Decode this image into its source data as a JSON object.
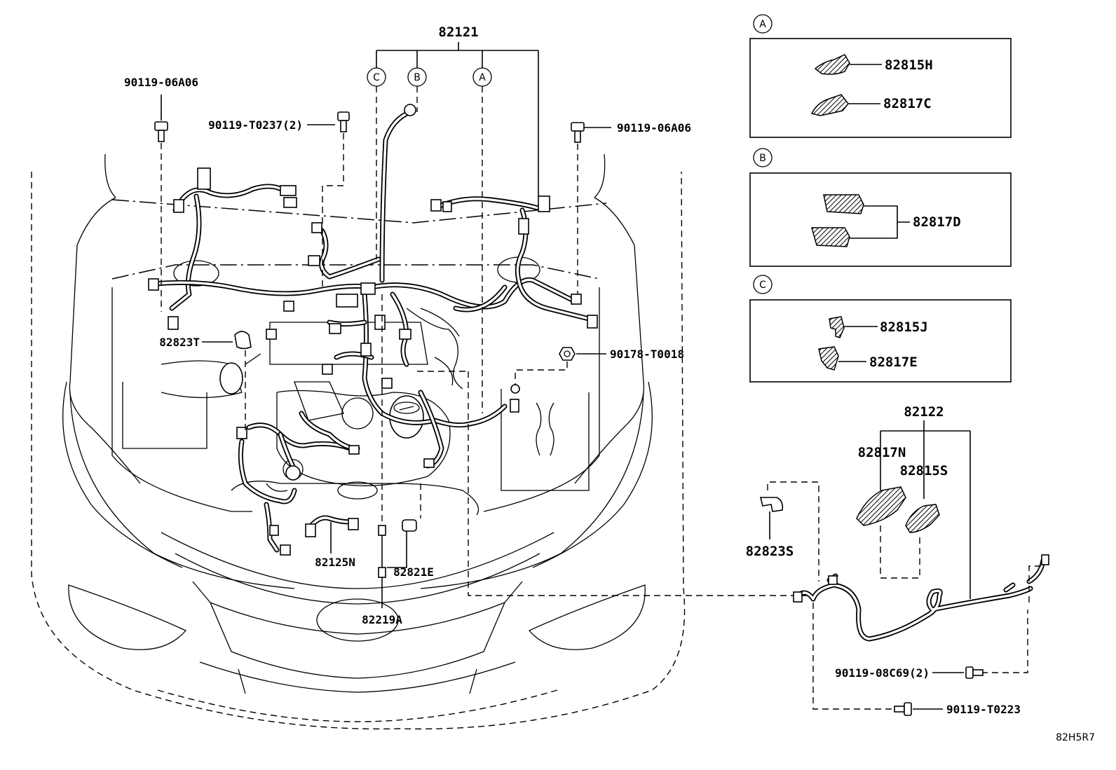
{
  "diagram": {
    "ref_code": "82H5R7",
    "main_assembly": "82121",
    "sub_assembly": "82122",
    "callout_letters": [
      "A",
      "B",
      "C"
    ],
    "labels": {
      "bolt_left": "90119-06A06",
      "bolt_mid": "90119-T0237(2)",
      "bolt_right": "90119-06A06",
      "clamp_left": "82823T",
      "nut_right": "90178-T0018",
      "wire_82125N": "82125N",
      "wire_82821E": "82821E",
      "wire_82219A": "82219A",
      "clamp_82823S": "82823S",
      "cover_82817N": "82817N",
      "cover_82815S": "82815S",
      "bolt_82122_a": "90119-08C69(2)",
      "bolt_82122_b": "90119-T0223"
    },
    "inset_a": {
      "letter": "A",
      "parts": [
        "82815H",
        "82817C"
      ]
    },
    "inset_b": {
      "letter": "B",
      "parts": [
        "82817D"
      ]
    },
    "inset_c": {
      "letter": "C",
      "parts": [
        "82815J",
        "82817E"
      ]
    }
  }
}
